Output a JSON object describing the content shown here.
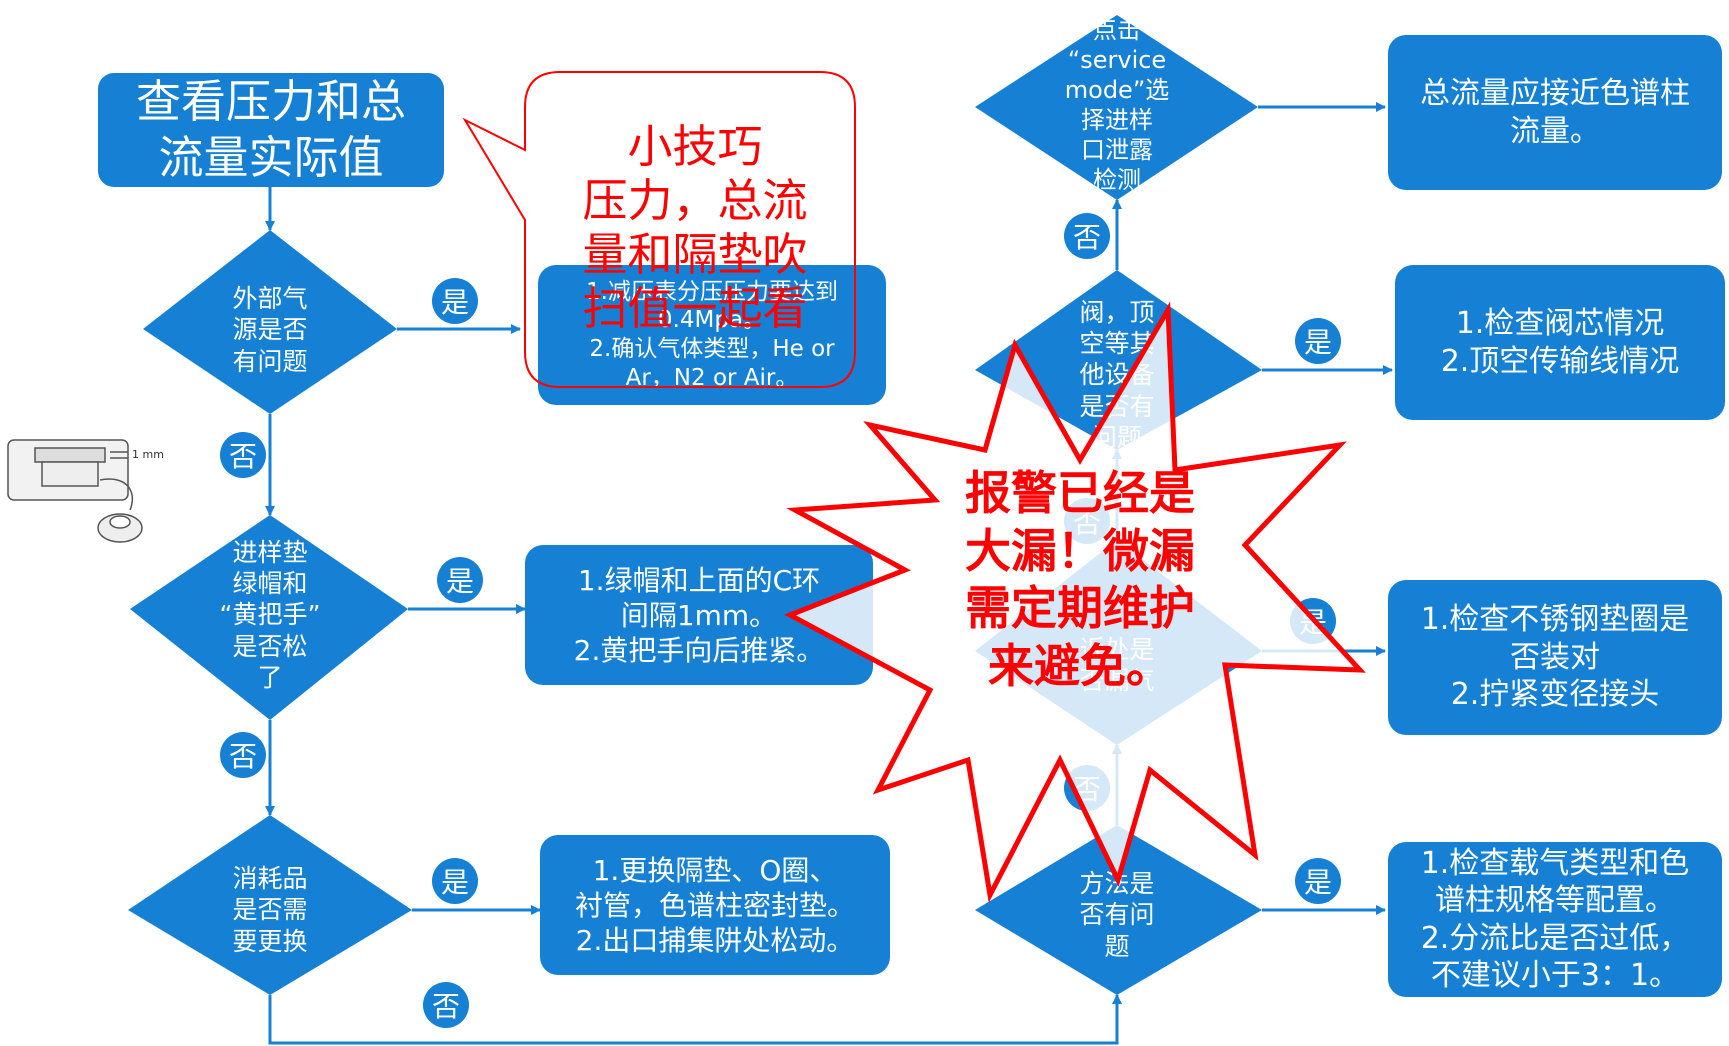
{
  "colors": {
    "box": "#1680d4",
    "line": "#1680d4",
    "alert": "#ff0000"
  },
  "flowchart": {
    "start": "查看压力和总\n流量实际值",
    "tip": "小技巧\n压力，总流\n量和隔垫吹\n扫值一起看",
    "left_decisions": [
      {
        "label": "外部气\n源是否\n有问题"
      },
      {
        "label": "进样垫\n绿帽和\n“黄把手”\n是否松\n了"
      },
      {
        "label": "消耗品\n是否需\n要更换"
      }
    ],
    "left_actions": [
      "1.减压表分压压力要达到\n0.4Mpa。\n2.确认气体类型，He or\nAr，N2 or Air。",
      "1.绿帽和上面的C环\n间隔1mm。\n2.黄把手向后推紧。",
      "1.更换隔垫、O圈、\n衬管，色谱柱密封垫。\n2.出口捕集阱处松动。"
    ],
    "right_decisions": [
      {
        "label": "点击\n“service\nmode”选\n择进样\n口泄露\n检测"
      },
      {
        "label": "阀，顶\n空等其\n他设备\n是否有\n问题"
      },
      {
        "label": "近处是\n否漏气"
      },
      {
        "label": "方法是\n否有问\n题"
      }
    ],
    "right_actions": [
      "总流量应接近色谱柱\n流量。",
      "1.检查阀芯情况\n2.顶空传输线情况",
      "1.检查不锈钢垫圈是\n否装对\n2.拧紧变径接头",
      "1.检查载气类型和色\n谱柱规格等配置。\n2.分流比是否过低，\n不建议小于3：1。"
    ],
    "yes_label": "是",
    "no_label": "否",
    "burst": "报警已经是\n大漏！微漏\n需定期维护\n来避免。",
    "gasket_dimension": "1 mm"
  }
}
